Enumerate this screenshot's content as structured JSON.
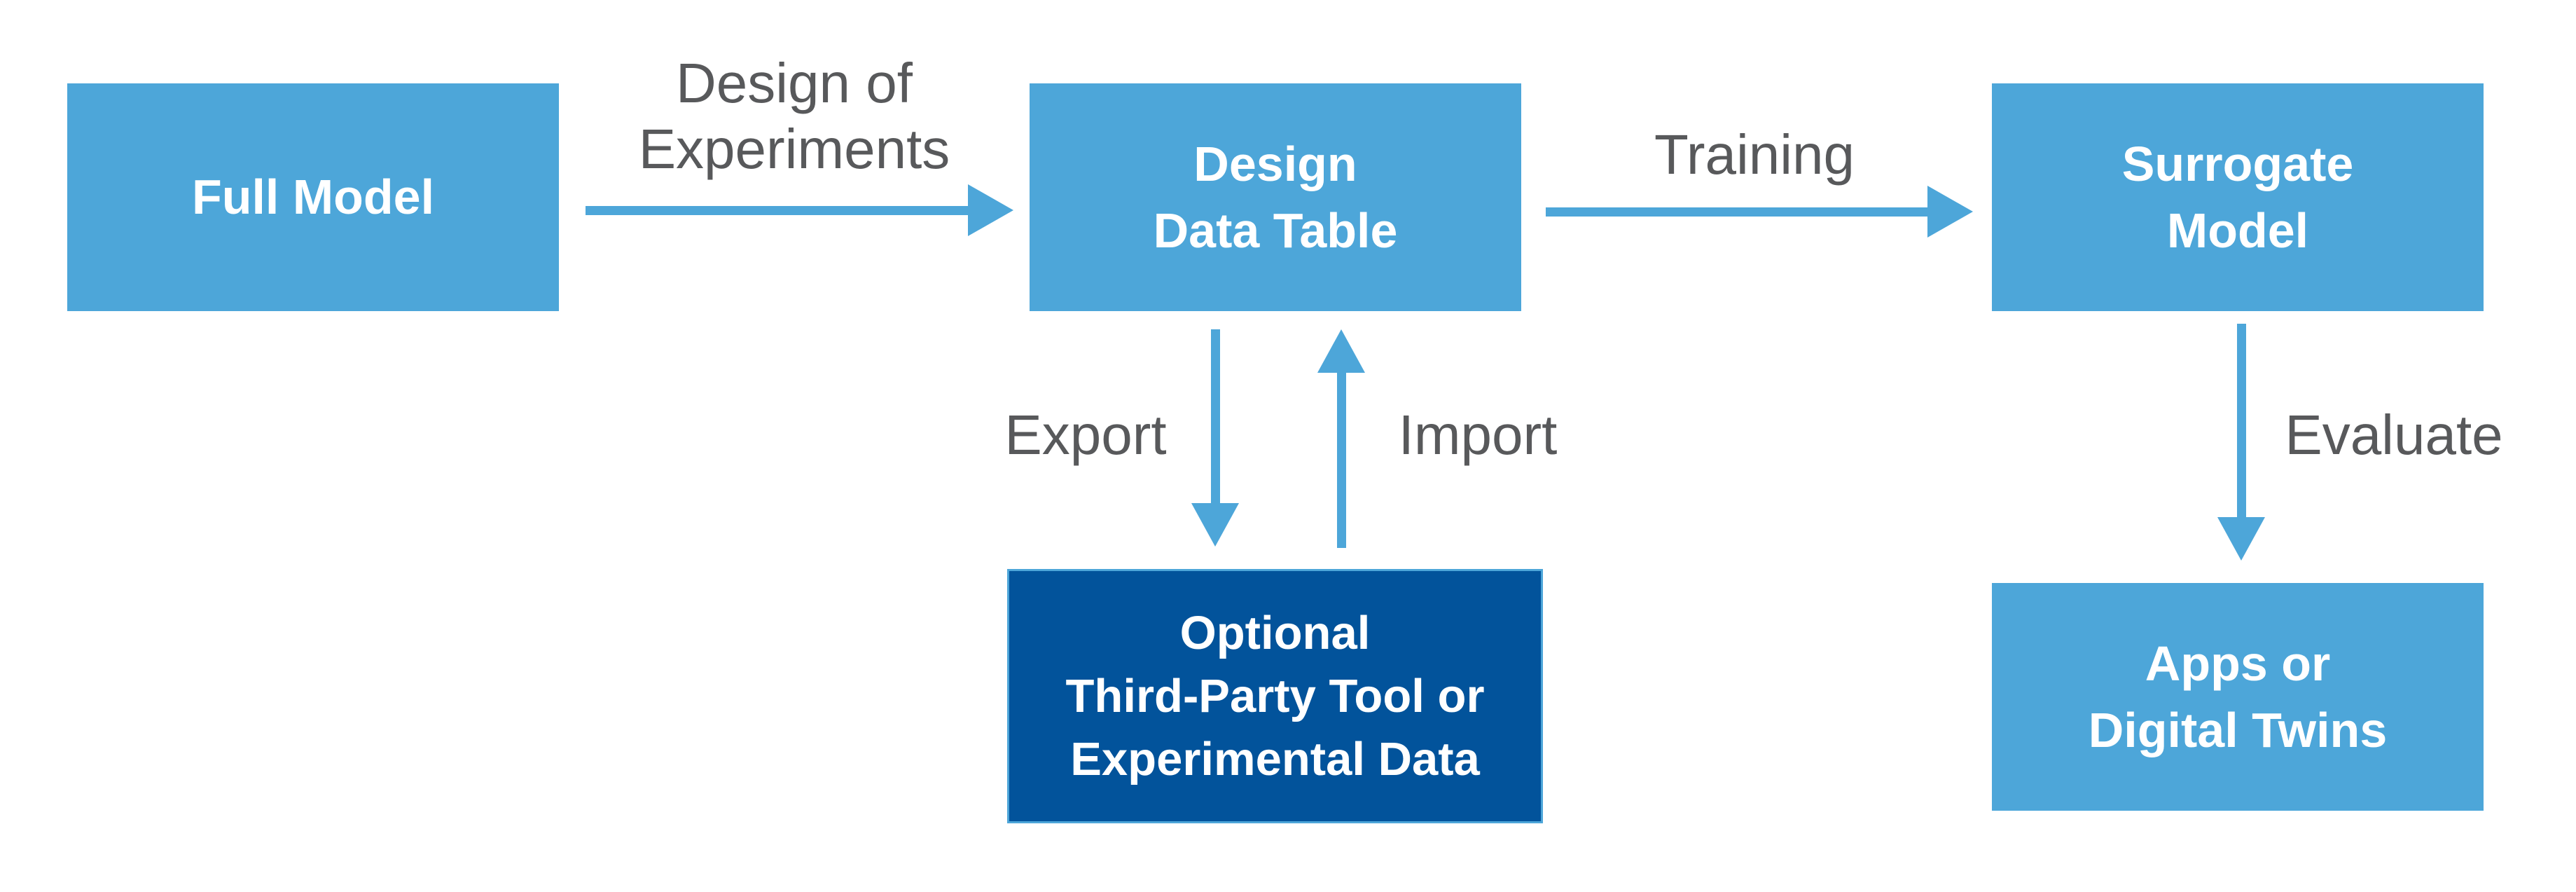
{
  "colors": {
    "light_blue": "#4da6d9",
    "dark_blue": "#02539b",
    "label_gray": "#58595b",
    "node_text": "#ffffff",
    "background": "#ffffff"
  },
  "nodes": {
    "full_model": {
      "line1": "Full Model"
    },
    "design_data_table": {
      "line1": "Design",
      "line2": "Data Table"
    },
    "surrogate_model": {
      "line1": "Surrogate",
      "line2": "Model"
    },
    "third_party": {
      "line1": "Optional",
      "line2": "Third-Party Tool or",
      "line3": "Experimental Data"
    },
    "apps": {
      "line1": "Apps or",
      "line2": "Digital Twins"
    }
  },
  "edge_labels": {
    "doe": {
      "line1": "Design of",
      "line2": "Experiments"
    },
    "training": "Training",
    "export": "Export",
    "import": "Import",
    "evaluate": "Evaluate"
  }
}
